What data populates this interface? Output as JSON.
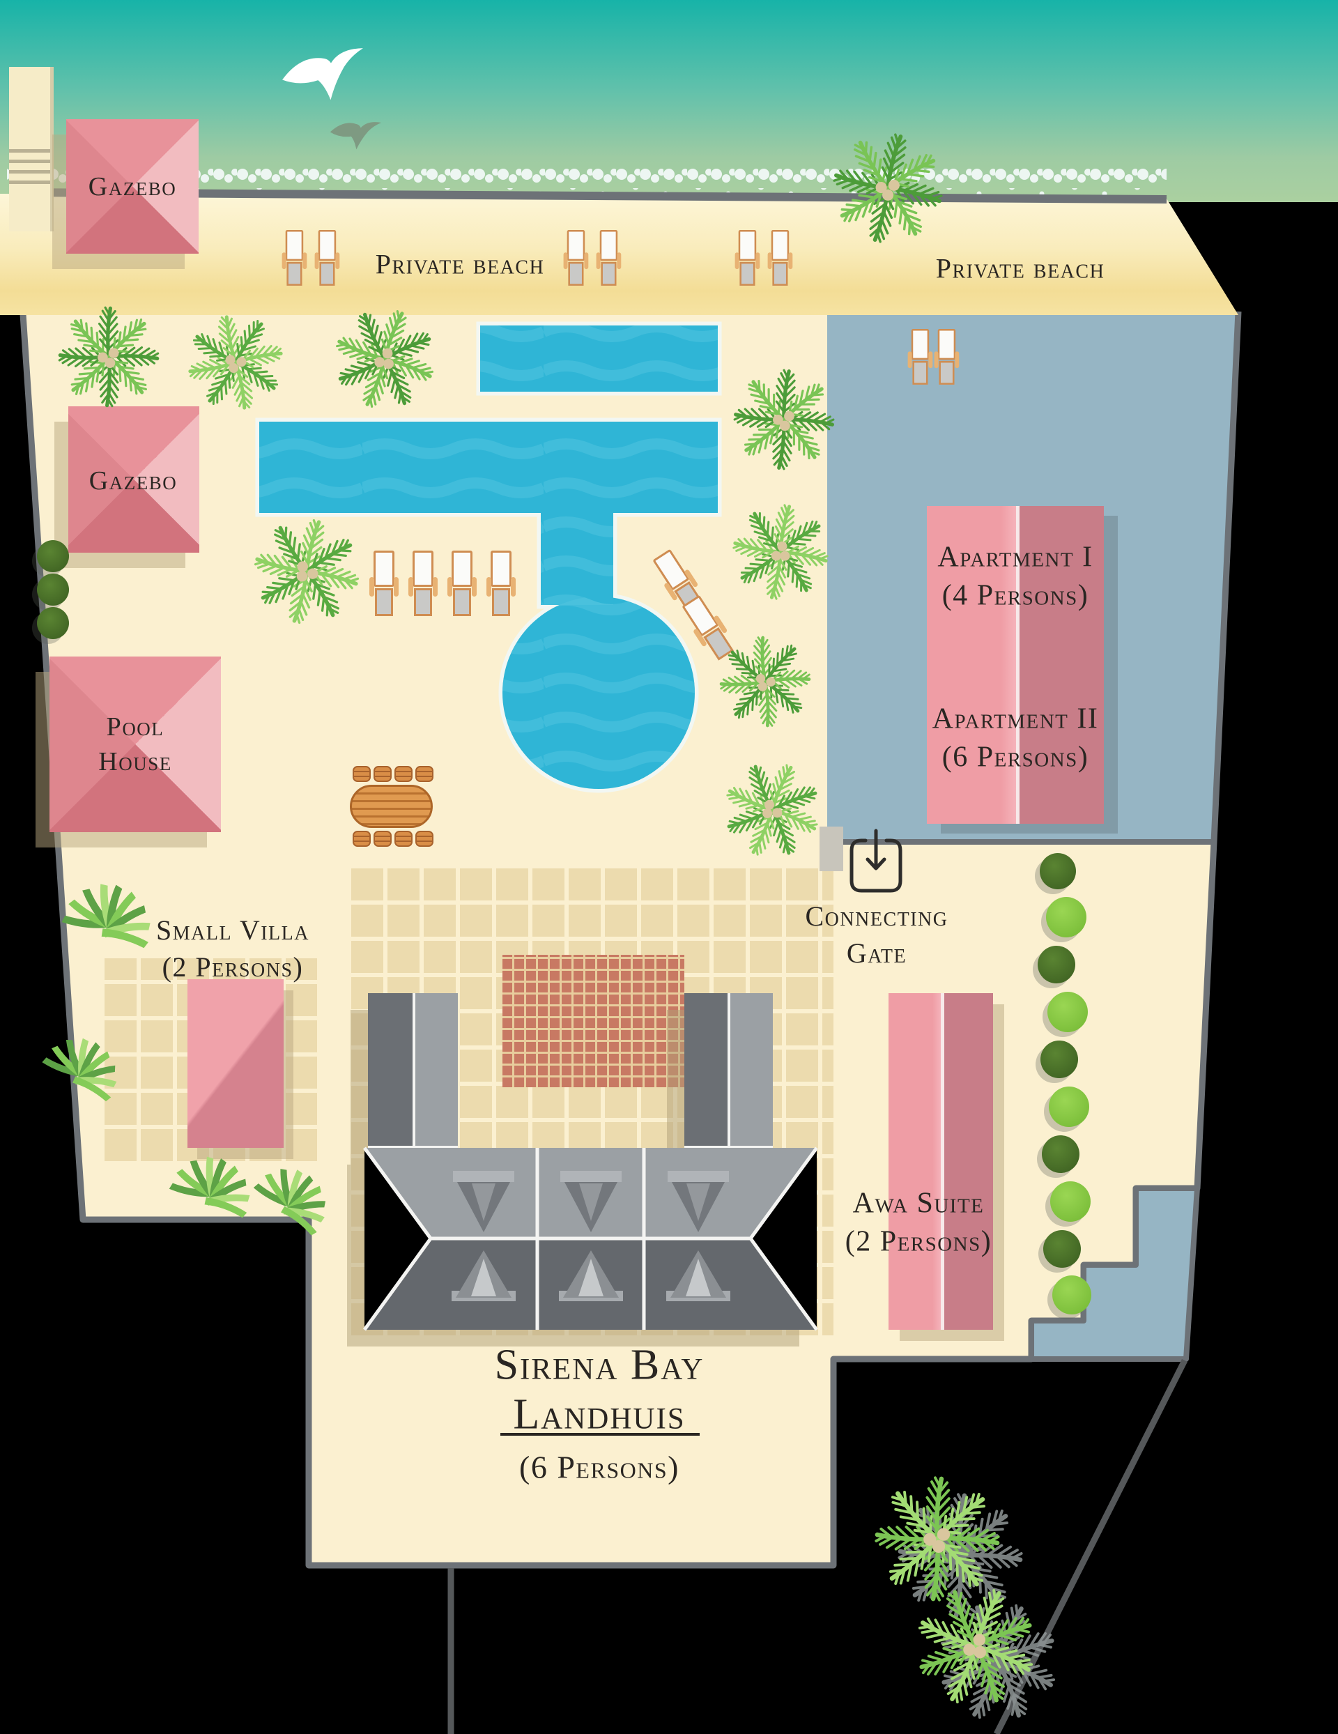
{
  "map": {
    "title": {
      "line1": "Sirena Bay",
      "line2": "Landhuis",
      "capacity": "(6 Persons)"
    },
    "areas": {
      "private_beach_left": "Private beach",
      "private_beach_right": "Private beach",
      "gazebo_beach": "Gazebo",
      "gazebo_garden": "Gazebo",
      "pool_house": {
        "line1": "Pool",
        "line2": "House"
      },
      "apartment_1": {
        "line1": "Apartment I",
        "line2": "(4 Persons)"
      },
      "apartment_2": {
        "line1": "Apartment II",
        "line2": "(6 Persons)"
      },
      "small_villa": {
        "line1": "Small Villa",
        "line2": "(2 Persons)"
      },
      "awa_suite": {
        "line1": "Awa Suite",
        "line2": "(2 Persons)"
      },
      "connecting_gate": {
        "line1": "Connecting",
        "line2": "Gate"
      }
    },
    "icons": {
      "connecting_gate": "arrow-enter-icon",
      "sea_birds": [
        "seagull-white-icon",
        "seagull-gray-icon"
      ],
      "vegetation": [
        "palm-tree-icon",
        "bush-icon",
        "agave-plant-icon"
      ]
    },
    "colors": {
      "sea_top": "#17b3a8",
      "sea_bottom": "#abd0a0",
      "sand": "#f5e09c",
      "land": "#fbf0d0",
      "terrace_blue": "#96b5c4",
      "pool_water": "#2fb5d6",
      "roof_pink_light": "#ef9da5",
      "roof_pink_dark": "#c87d88",
      "roof_gray_light": "#9ba0a4",
      "roof_gray_dark": "#64686d",
      "outline_gray": "#6d7277",
      "wood": "#e09a50",
      "terracotta": "#c87963",
      "tile_tan": "#ecdbae",
      "bush_dark": "#4a6e2e",
      "bush_light": "#8fd14a"
    }
  }
}
